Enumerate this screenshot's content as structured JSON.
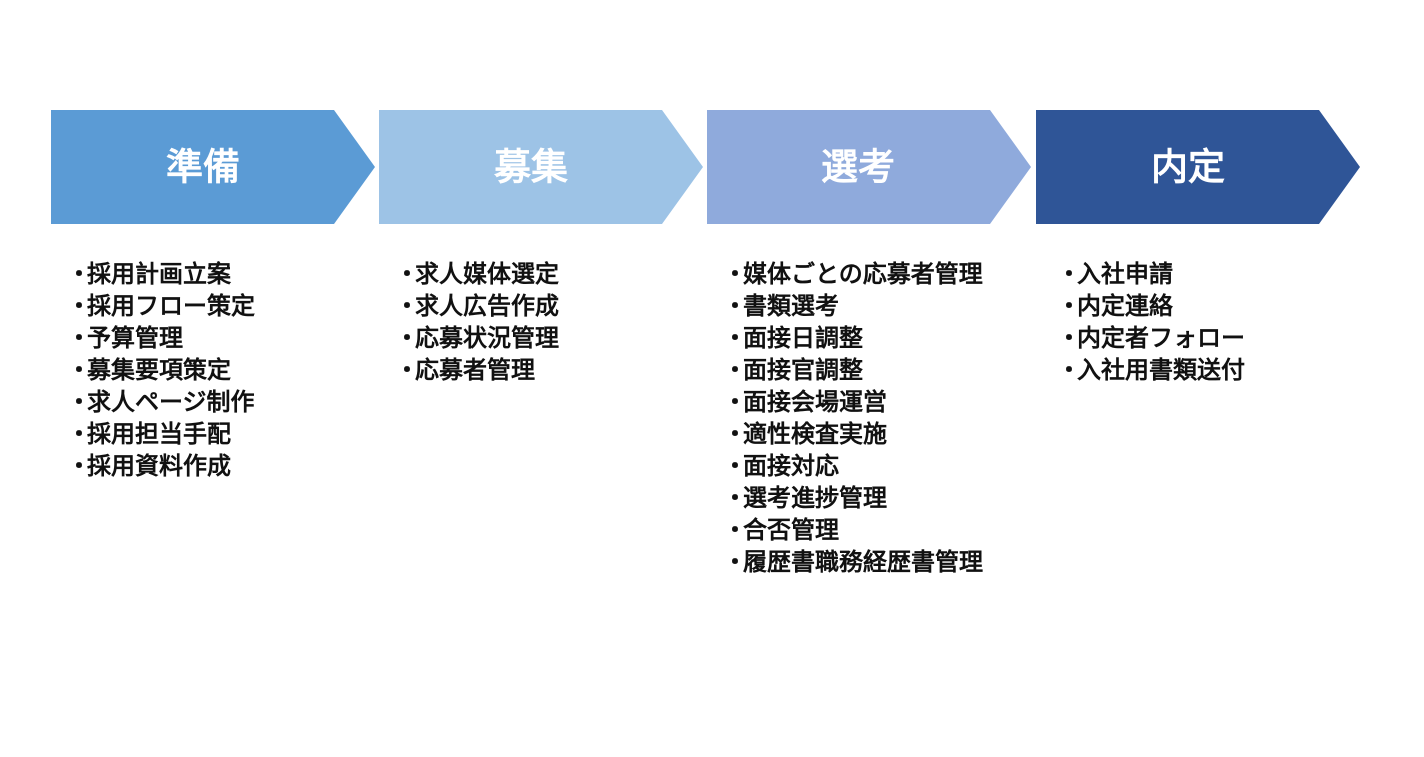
{
  "bullet": "・",
  "stages": [
    {
      "title": "準備",
      "color": "#5b9bd5",
      "tasks": [
        "採用計画立案",
        "採用フロー策定",
        "予算管理",
        "募集要項策定",
        "求人ページ制作",
        "採用担当手配",
        "採用資料作成"
      ]
    },
    {
      "title": "募集",
      "color": "#9dc3e6",
      "tasks": [
        "求人媒体選定",
        "求人広告作成",
        "応募状況管理",
        "応募者管理"
      ]
    },
    {
      "title": "選考",
      "color": "#8faadc",
      "tasks": [
        "媒体ごとの応募者管理",
        "書類選考",
        "面接日調整",
        "面接官調整",
        "面接会場運営",
        "適性検査実施",
        "面接対応",
        "選考進捗管理",
        "合否管理",
        "履歴書職務経歴書管理"
      ]
    },
    {
      "title": "内定",
      "color": "#2f5597",
      "tasks": [
        "入社申請",
        "内定連絡",
        "内定者フォロー",
        "入社用書類送付"
      ]
    }
  ]
}
